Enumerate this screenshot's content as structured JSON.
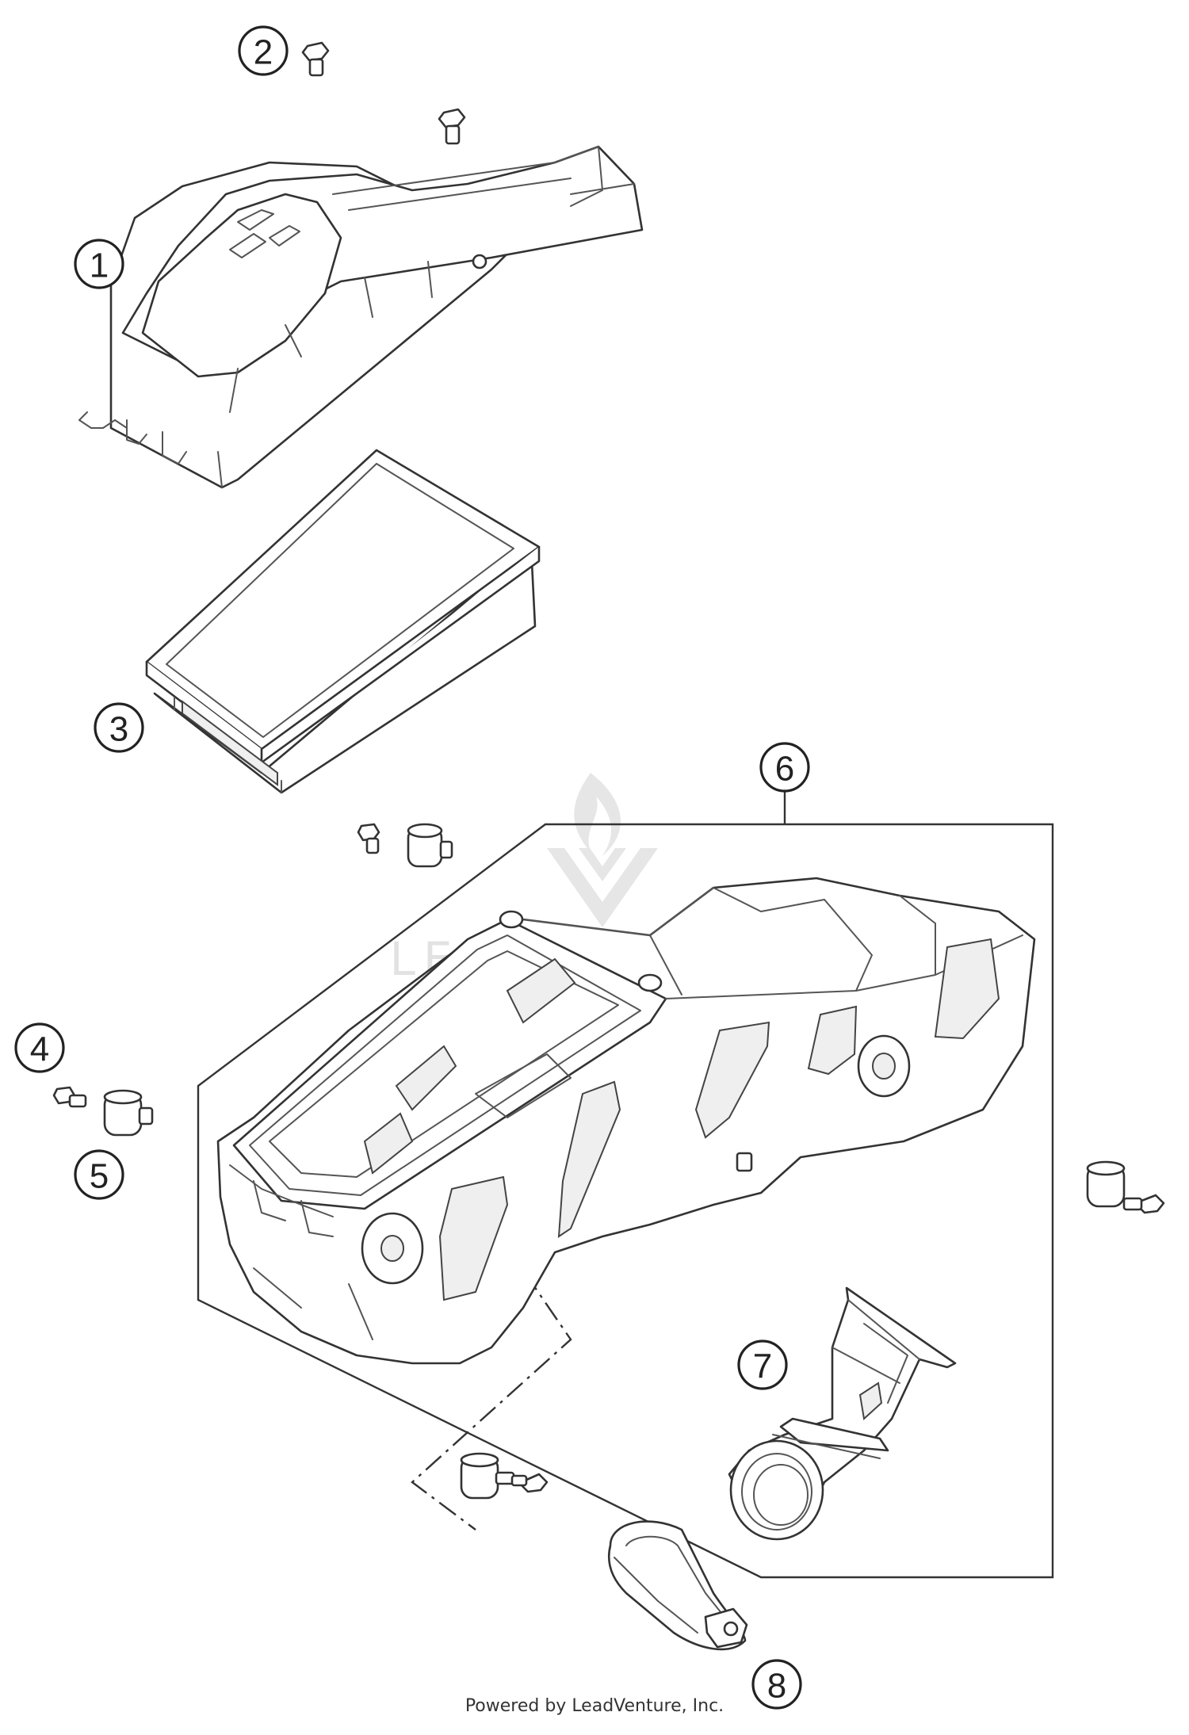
{
  "callouts": [
    {
      "label": "1"
    },
    {
      "label": "2"
    },
    {
      "label": "3"
    },
    {
      "label": "4"
    },
    {
      "label": "5"
    },
    {
      "label": "6"
    },
    {
      "label": "7"
    },
    {
      "label": "8"
    }
  ],
  "watermark": {
    "brand": "LEADVENTURE",
    "icon": "leadventure-flame-logo-icon"
  },
  "credit": "Powered by LeadVenture, Inc.",
  "colors": {
    "line": "#333333",
    "watermark": "#e2e2e2",
    "background": "#ffffff"
  }
}
